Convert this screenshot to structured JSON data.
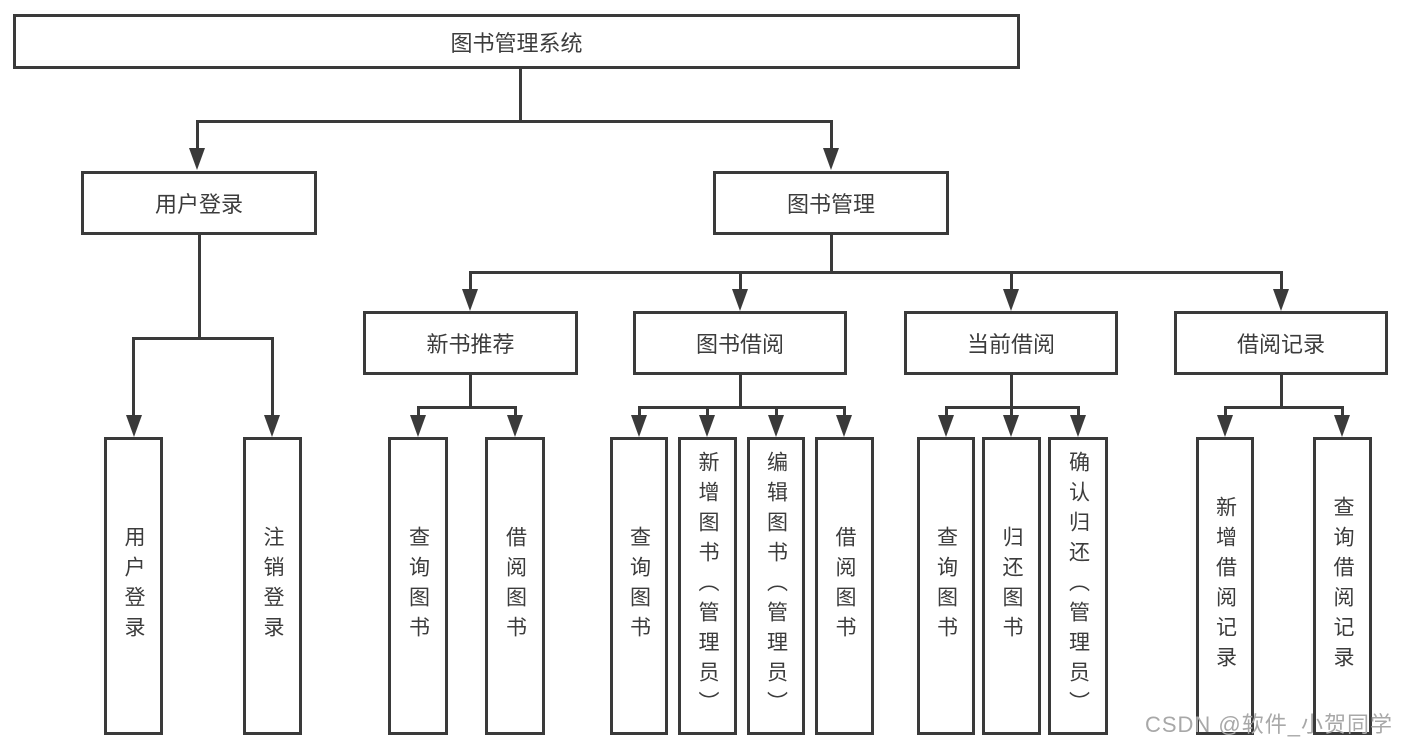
{
  "tree": {
    "root": "图书管理系统",
    "user_login": {
      "label": "用户登录",
      "children": [
        "用户登录",
        "注销登录"
      ]
    },
    "book_mgmt": {
      "label": "图书管理",
      "children": {
        "new_book": {
          "label": "新书推荐",
          "children": [
            "查询图书",
            "借阅图书"
          ]
        },
        "borrow": {
          "label": "图书借阅",
          "children": [
            "查询图书",
            "新增图书（管理员）",
            "编辑图书（管理员）",
            "借阅图书"
          ]
        },
        "current": {
          "label": "当前借阅",
          "children": [
            "查询图书",
            "归还图书",
            "确认归还（管理员）"
          ]
        },
        "records": {
          "label": "借阅记录",
          "children": [
            "新增借阅记录",
            "查询借阅记录"
          ]
        }
      }
    }
  },
  "watermark": "CSDN @软件_小贺同学",
  "colors": {
    "line": "#3a3a3a",
    "text": "#3c3c3c",
    "watermark": "#a8a8a8",
    "background": "#ffffff"
  }
}
